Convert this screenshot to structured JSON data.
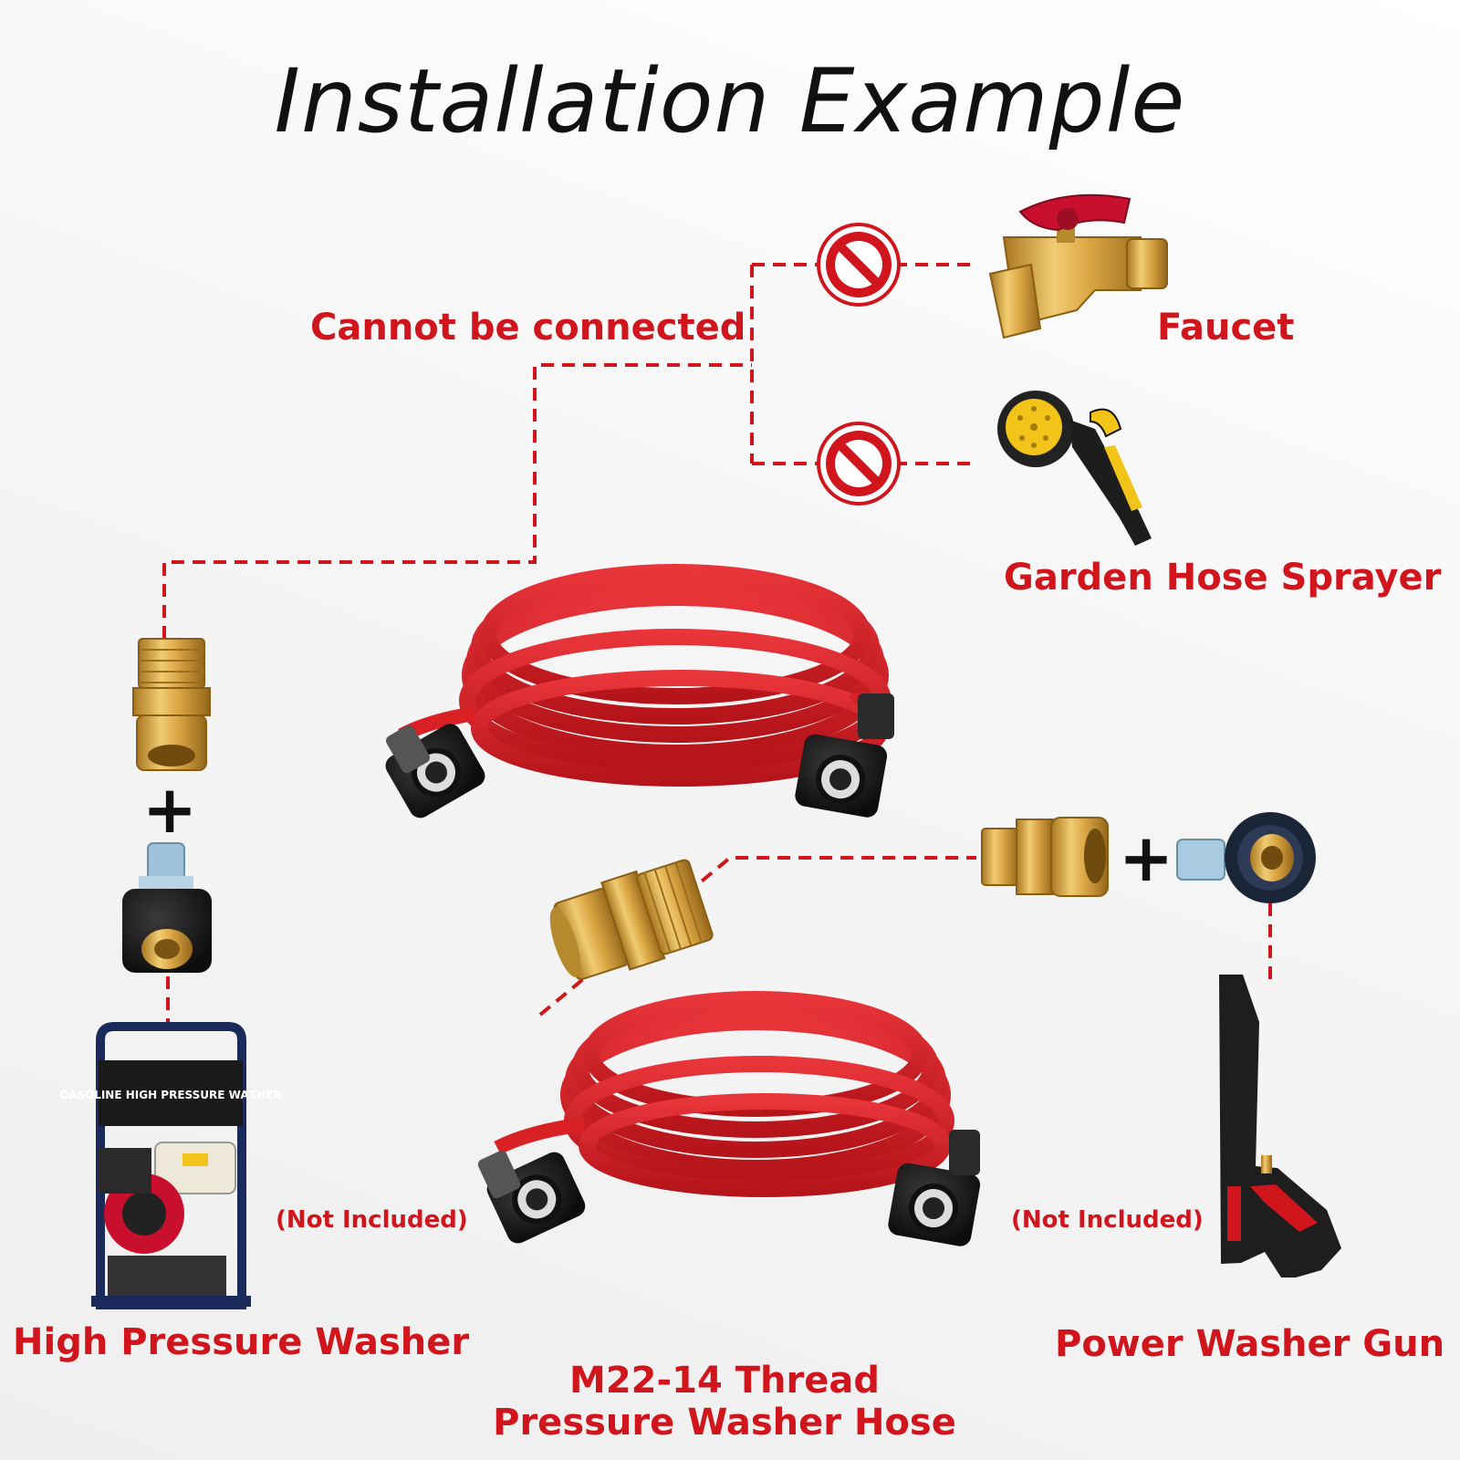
{
  "title": "Installation Example",
  "labels": {
    "cannot_connect": "Cannot be connected",
    "faucet": "Faucet",
    "garden_hose_sprayer": "Garden Hose Sprayer",
    "not_included_left": "(Not Included)",
    "not_included_right": "(Not Included)",
    "high_pressure_washer": "High Pressure Washer",
    "power_washer_gun": "Power Washer Gun",
    "hose_line1": "M22-14 Thread",
    "hose_line2": "Pressure Washer Hose",
    "plus_left": "+",
    "plus_right": "+"
  },
  "washer_panel_text": "GASOLINE HIGH PRESSURE WASHER",
  "colors": {
    "accent_red": "#d0151c",
    "hose_red": "#d92125",
    "brass": "#d7a545",
    "dark": "#1f1f1f"
  },
  "icons": [
    "prohibited-icon",
    "faucet-icon",
    "garden-sprayer-icon",
    "brass-adapter-icon",
    "quick-plug-icon",
    "hose-coil-icon",
    "pressure-washer-icon",
    "spray-gun-icon"
  ]
}
